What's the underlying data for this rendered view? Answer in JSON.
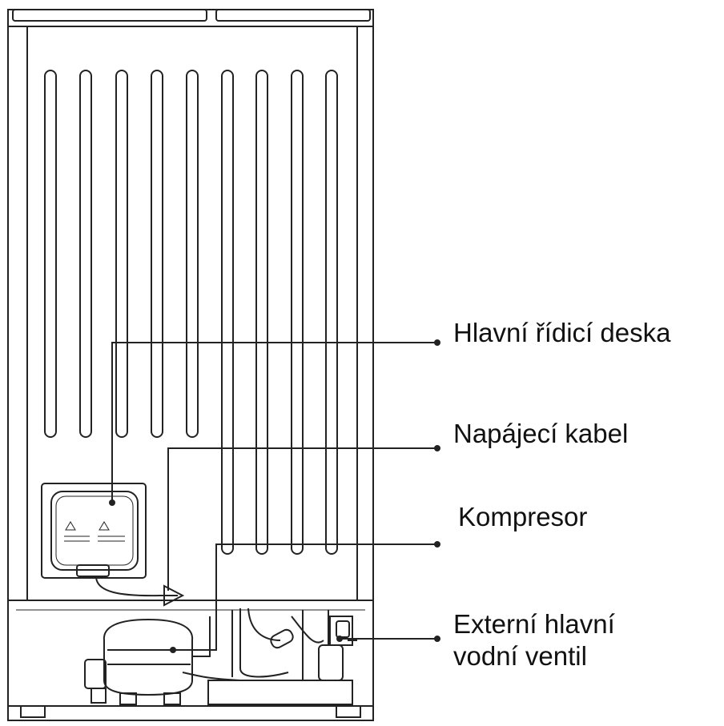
{
  "labels": {
    "control_board": "Hlavní řídicí deska",
    "power_cable": "Napájecí kabel",
    "compressor": "Kompresor",
    "water_valve_line1": "Externí hlavní",
    "water_valve_line2": "vodní ventil"
  },
  "colors": {
    "line": "#222222",
    "background": "#ffffff"
  }
}
